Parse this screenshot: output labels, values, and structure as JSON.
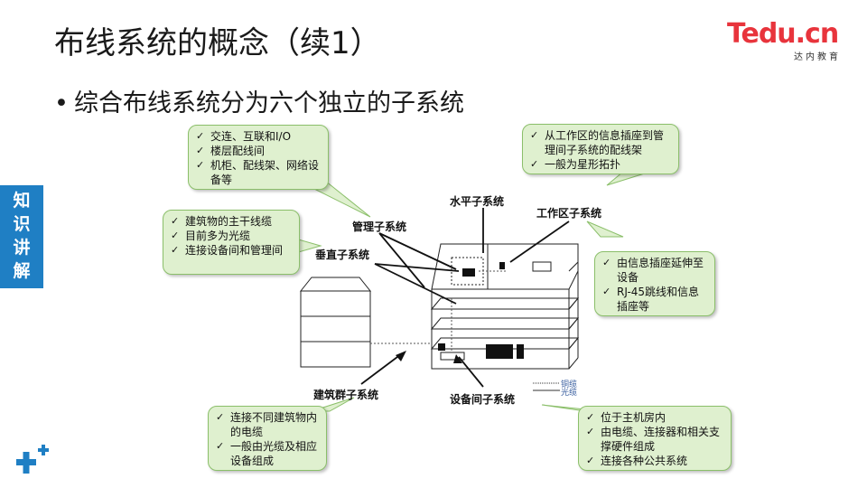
{
  "title": "布线系统的概念（续1）",
  "logo": {
    "main": "Tedu.cn",
    "sub": "达内教育"
  },
  "bullet": "综合布线系统分为六个独立的子系统",
  "sidebar": [
    "知",
    "识",
    "讲",
    "解"
  ],
  "callouts": {
    "management": [
      "交连、互联和I/O",
      "楼层配线间",
      "机柜、配线架、网络设备等"
    ],
    "horizontal": [
      "从工作区的信息插座到管理间子系统的配线架",
      "一般为星形拓扑"
    ],
    "vertical": [
      "建筑物的主干线缆",
      "目前多为光缆",
      "连接设备间和管理间"
    ],
    "workarea": [
      "由信息插座延伸至设备",
      "RJ-45跳线和信息插座等"
    ],
    "campus": [
      "连接不同建筑物内的电缆",
      "一般由光缆及相应设备组成"
    ],
    "equipment": [
      "位于主机房内",
      "由电缆、连接器和相关支撑硬件组成",
      "连接各种公共系统"
    ]
  },
  "labels": {
    "horizontal": "水平子系统",
    "workarea": "工作区子系统",
    "management": "管理子系统",
    "vertical": "垂直子系统",
    "campus": "建筑群子系统",
    "equipment": "设备间子系统"
  },
  "legend": {
    "copper": "铜缆",
    "fiber": "光缆"
  },
  "colors": {
    "accent": "#1f7fc4",
    "callout_bg": "#dff0cf",
    "callout_border": "#8bbf6a",
    "brand": "#e8343c"
  }
}
